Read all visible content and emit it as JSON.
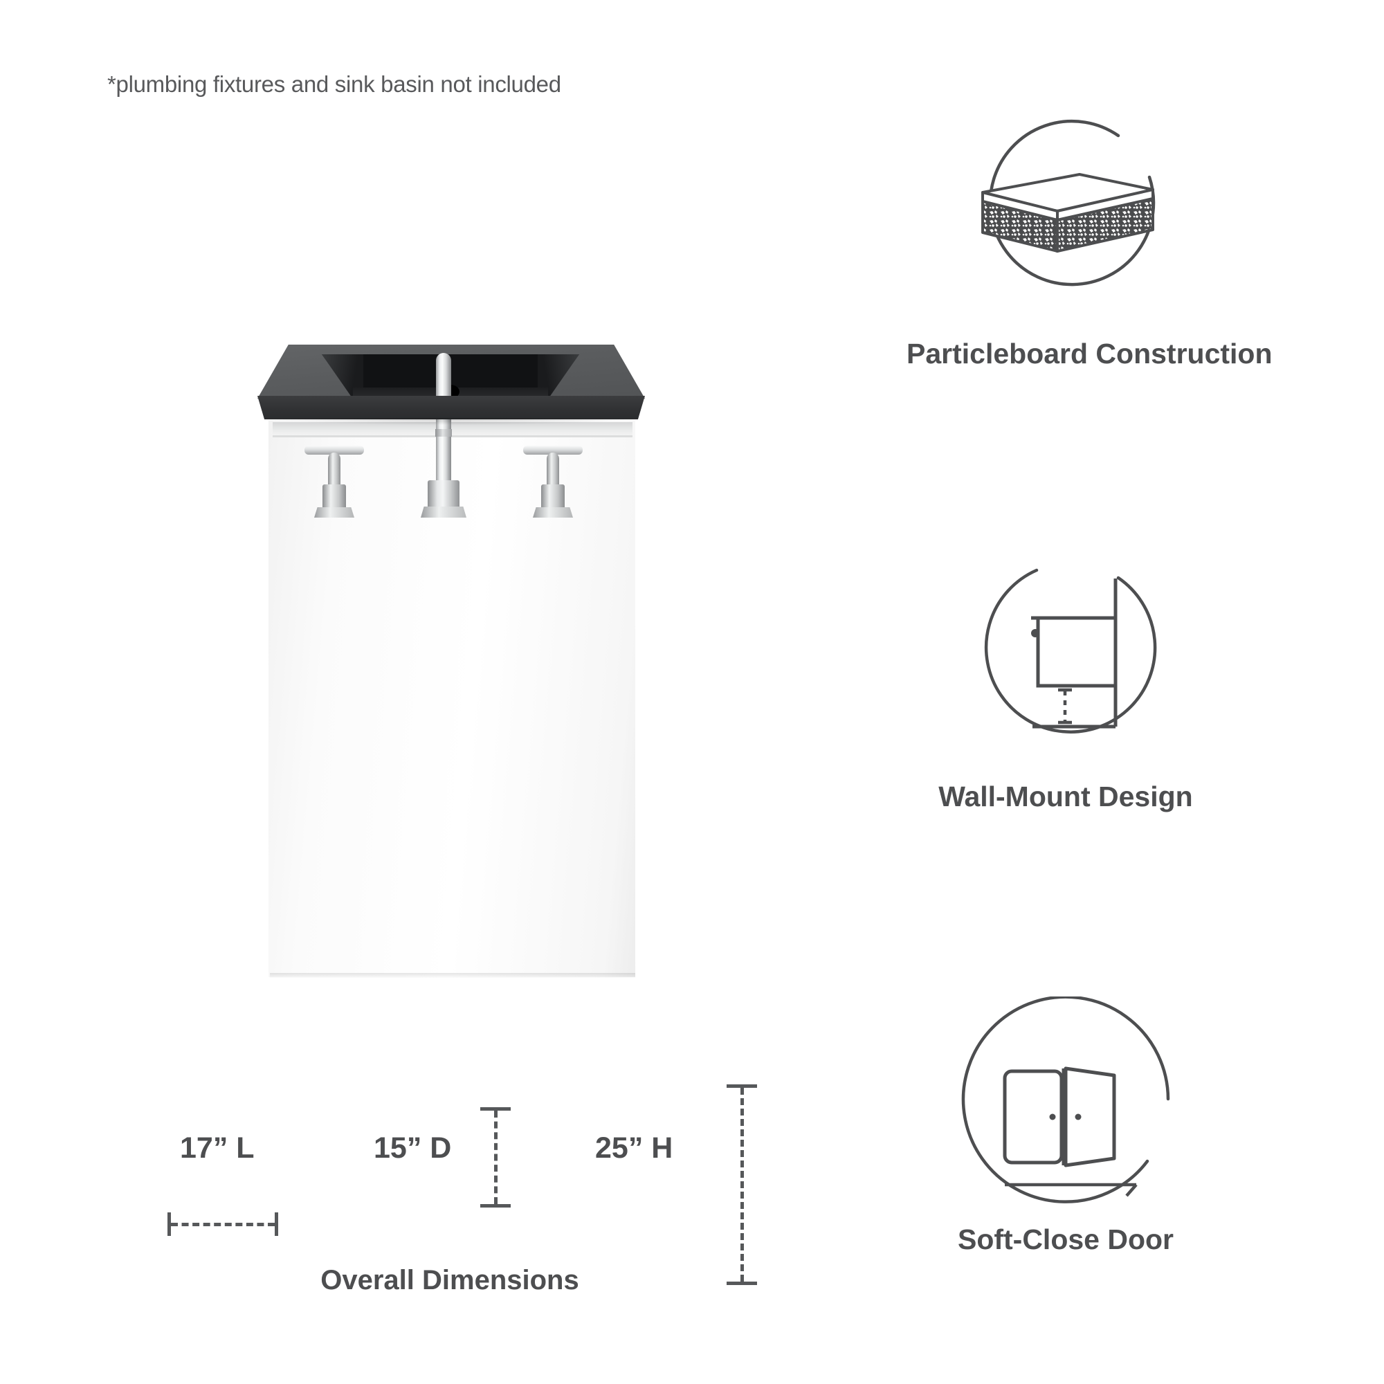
{
  "disclaimer": "*plumbing fixtures and sink basin not included",
  "product": {
    "name": "wall-mount-bathroom-vanity",
    "countertop_color": "#56585a",
    "basin_color": "#121314",
    "cabinet_color": "#ffffff",
    "faucet_finish": "brushed-nickel"
  },
  "dimensions": {
    "caption": "Overall Dimensions",
    "items": [
      {
        "label": "17” L",
        "axis": "horizontal"
      },
      {
        "label": "15” D",
        "axis": "vertical"
      },
      {
        "label": "25” H",
        "axis": "vertical"
      }
    ]
  },
  "features": [
    {
      "title": "Particleboard Construction",
      "icon": "particleboard-slab-icon"
    },
    {
      "title": "Wall-Mount Design",
      "icon": "wall-mount-icon"
    },
    {
      "title": "Soft-Close Door",
      "icon": "soft-close-door-icon"
    }
  ],
  "colors": {
    "text": "#4d4e50",
    "muted_text": "#58595b",
    "line": "#56585a",
    "background": "#ffffff"
  }
}
